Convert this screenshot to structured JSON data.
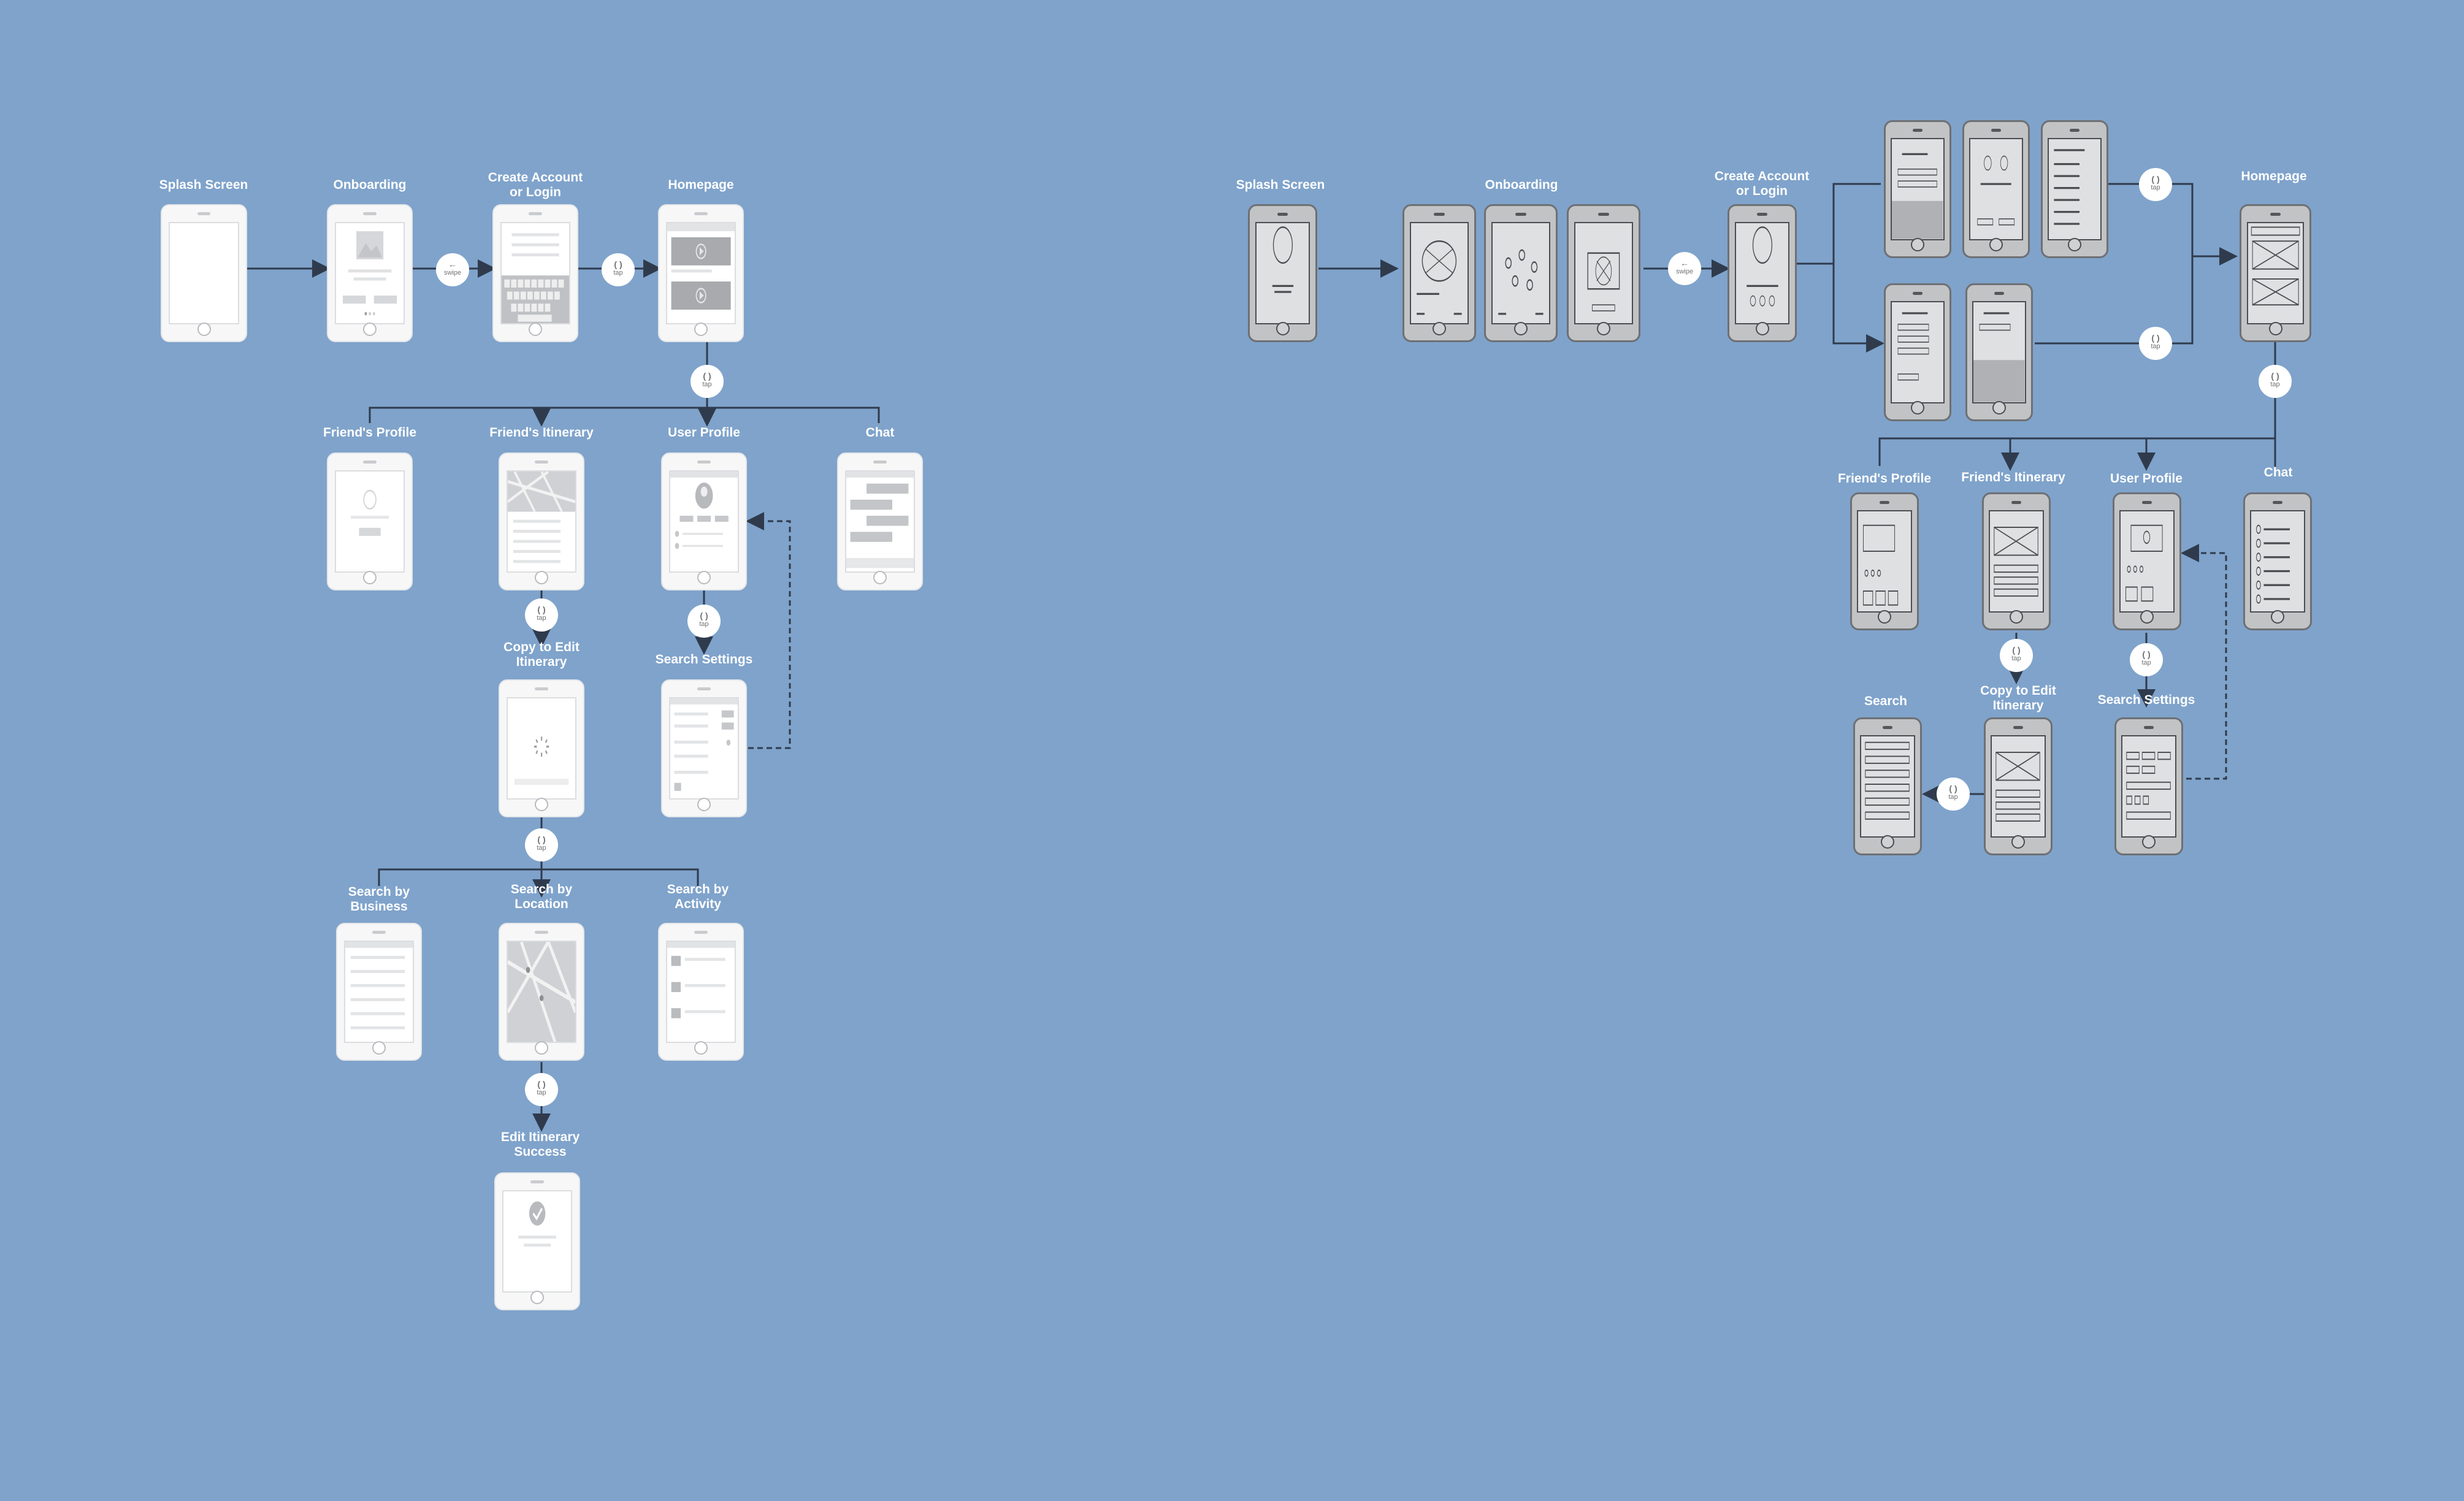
{
  "labels": {
    "l_splash": "Splash Screen",
    "l_onboarding": "Onboarding",
    "l_create_1": "Create Account",
    "l_create_2": "or Login",
    "l_homepage": "Homepage",
    "l_friends_profile": "Friend's Profile",
    "l_friends_itinerary": "Friend's Itinerary",
    "l_user_profile": "User Profile",
    "l_chat": "Chat",
    "l_copy_1": "Copy to Edit",
    "l_copy_2": "Itinerary",
    "l_search_settings": "Search Settings",
    "l_search_business_1": "Search by",
    "l_search_business_2": "Business",
    "l_search_location_1": "Search by",
    "l_search_location_2": "Location",
    "l_search_activity_1": "Search by",
    "l_search_activity_2": "Activity",
    "l_edit_success_1": "Edit Itinerary",
    "l_edit_success_2": "Success",
    "r_splash": "Splash Screen",
    "r_onboarding": "Onboarding",
    "r_create_1": "Create Account",
    "r_create_2": "or Login",
    "r_homepage": "Homepage",
    "r_friends_profile": "Friend's Profile",
    "r_friends_itinerary": "Friend's Itinerary",
    "r_user_profile": "User Profile",
    "r_chat": "Chat",
    "r_search": "Search",
    "r_copy_1": "Copy to Edit",
    "r_copy_2": "Itinerary",
    "r_search_settings": "Search Settings"
  },
  "gestures": {
    "swipe": "swipe",
    "tap": "tap"
  },
  "colors": {
    "background": "#7fa3cb",
    "phone_light": "#f7f7f7",
    "phone_sketch": "#c2c3c5",
    "connector": "#2f3b4d",
    "label": "#ffffff"
  },
  "icons": {
    "swipe": "swipe-arrow-icon",
    "tap": "tap-gesture-icon"
  }
}
